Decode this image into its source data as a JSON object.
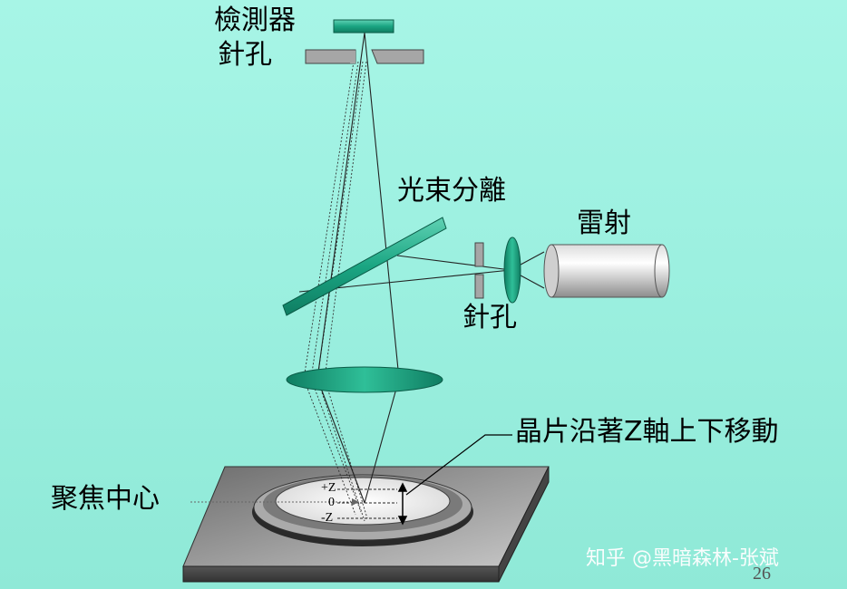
{
  "labels": {
    "detector": "檢測器",
    "pinhole_top": "針孔",
    "beam_splitter": "光束分離",
    "laser": "雷射",
    "pinhole_right": "針孔",
    "wafer_motion": "晶片沿著Z軸上下移動",
    "focus_center": "聚焦中心"
  },
  "z_marks": {
    "plus": "+Z",
    "zero": "0",
    "minus": "-Z"
  },
  "watermark": "知乎 @黑暗森林-张斌",
  "page_number": "26",
  "colors": {
    "background": "#9cf0e0",
    "optic_green": "#1aa582",
    "plate_gray": "#8a8a8a"
  }
}
